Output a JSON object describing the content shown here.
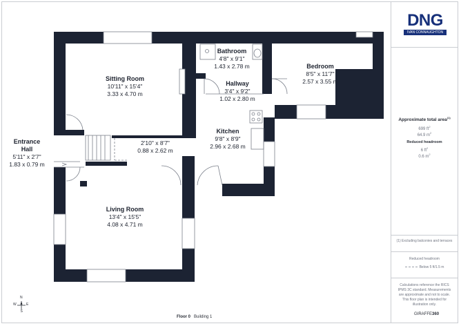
{
  "rooms": [
    {
      "name": "Sitting Room",
      "dim_imperial": "10'11\" x 15'4\"",
      "dim_metric": "3.33 x 4.70 m"
    },
    {
      "name": "Bathroom",
      "dim_imperial": "4'8\" x 9'1\"",
      "dim_metric": "1.43 x 2.78 m"
    },
    {
      "name": "Bedroom",
      "dim_imperial": "8'5\" x 11'7\"",
      "dim_metric": "2.57 x 3.55 m"
    },
    {
      "name": "Hallway",
      "dim_imperial": "3'4\" x 9'2\"",
      "dim_metric": "1.02 x 2.80 m"
    },
    {
      "name": "Kitchen",
      "dim_imperial": "9'8\" x 8'9\"",
      "dim_metric": "2.96 x 2.68 m"
    },
    {
      "name": "",
      "dim_imperial": "2'10\" x 8'7\"",
      "dim_metric": "0.88 x 2.62 m"
    },
    {
      "name": "Entrance Hall",
      "dim_imperial": "5'11\" x 2'7\"",
      "dim_metric": "1.83 x 0.79 m"
    },
    {
      "name": "Living Room",
      "dim_imperial": "13'4\" x 15'5\"",
      "dim_metric": "4.08 x 4.71 m"
    }
  ],
  "entrance_name_line1": "Entrance",
  "entrance_name_line2": "Hall",
  "logo": {
    "main": "DNG",
    "sub": "IVAN CONNAUGHTON",
    "color": "#17307a"
  },
  "area": {
    "title": "Approximate total area",
    "title_sup": "(1)",
    "ft": "699 ft",
    "ft_sup": "2",
    "m": "64.9 m",
    "m_sup": "2"
  },
  "headroom": {
    "title": "Reduced headroom",
    "ft": "6 ft",
    "ft_sup": "2",
    "m": "0.6 m",
    "m_sup": "2"
  },
  "excluding_note": "(1) Excluding balconies and terraces",
  "legend": {
    "title": "Reduced headroom",
    "item": "Below 5 ft/1.5 m"
  },
  "disclaimer": "Calculations reference the RICS IPMS 3C standard. Measurements are approximate and not to scale. This floor plan is intended for illustration only.",
  "footer": {
    "floor": "Floor 0",
    "building": "Building 1"
  },
  "brand": {
    "giraffe": "GIRAFFE",
    "giraffe_num": "360"
  },
  "compass": {
    "n": "N",
    "s": "S",
    "e": "E",
    "w": "W"
  },
  "colors": {
    "wall": "#1c2333",
    "line": "#7a7f8a"
  }
}
